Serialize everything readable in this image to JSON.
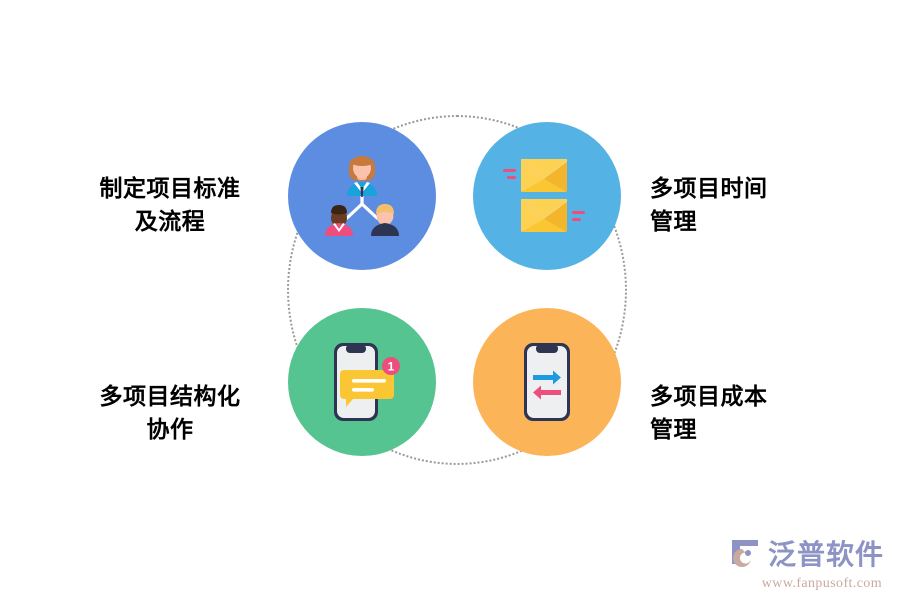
{
  "page": {
    "background_color": "#ffffff",
    "type": "infographic",
    "layout": "four-circle ring diagram"
  },
  "diagram": {
    "ring": {
      "name": "dotted-connector-ring",
      "style": "dotted",
      "color": "#9a9a9a"
    },
    "nodes": [
      {
        "id": "top-left",
        "label": "制定项目标准\n及流程",
        "label_position": "left",
        "circle_color": "#5C8DE0",
        "icon": "team-hierarchy-icon",
        "icon_description": "three people connected in an org chart"
      },
      {
        "id": "top-right",
        "label": "多项目时间\n管理",
        "label_position": "right",
        "circle_color": "#54B3E4",
        "icon": "envelopes-icon",
        "icon_description": "two yellow envelopes with motion lines"
      },
      {
        "id": "bottom-left",
        "label": "多项目结构化\n协作",
        "label_position": "left",
        "circle_color": "#55C490",
        "icon": "phone-chat-notification-icon",
        "icon_description": "smartphone with chat bubble and notification badge",
        "badge_count": "1"
      },
      {
        "id": "bottom-right",
        "label": "多项目成本\n管理",
        "label_position": "right",
        "circle_color": "#FBB458",
        "icon": "phone-transfer-arrows-icon",
        "icon_description": "smartphone with blue right arrow and pink left arrow"
      }
    ]
  },
  "watermark": {
    "brand": "泛普软件",
    "url": "www.fanpusoft.com",
    "logo_icon": "fanpu-logo-icon",
    "brand_color": "#8d93c4",
    "url_color": "#c9a9a0"
  }
}
